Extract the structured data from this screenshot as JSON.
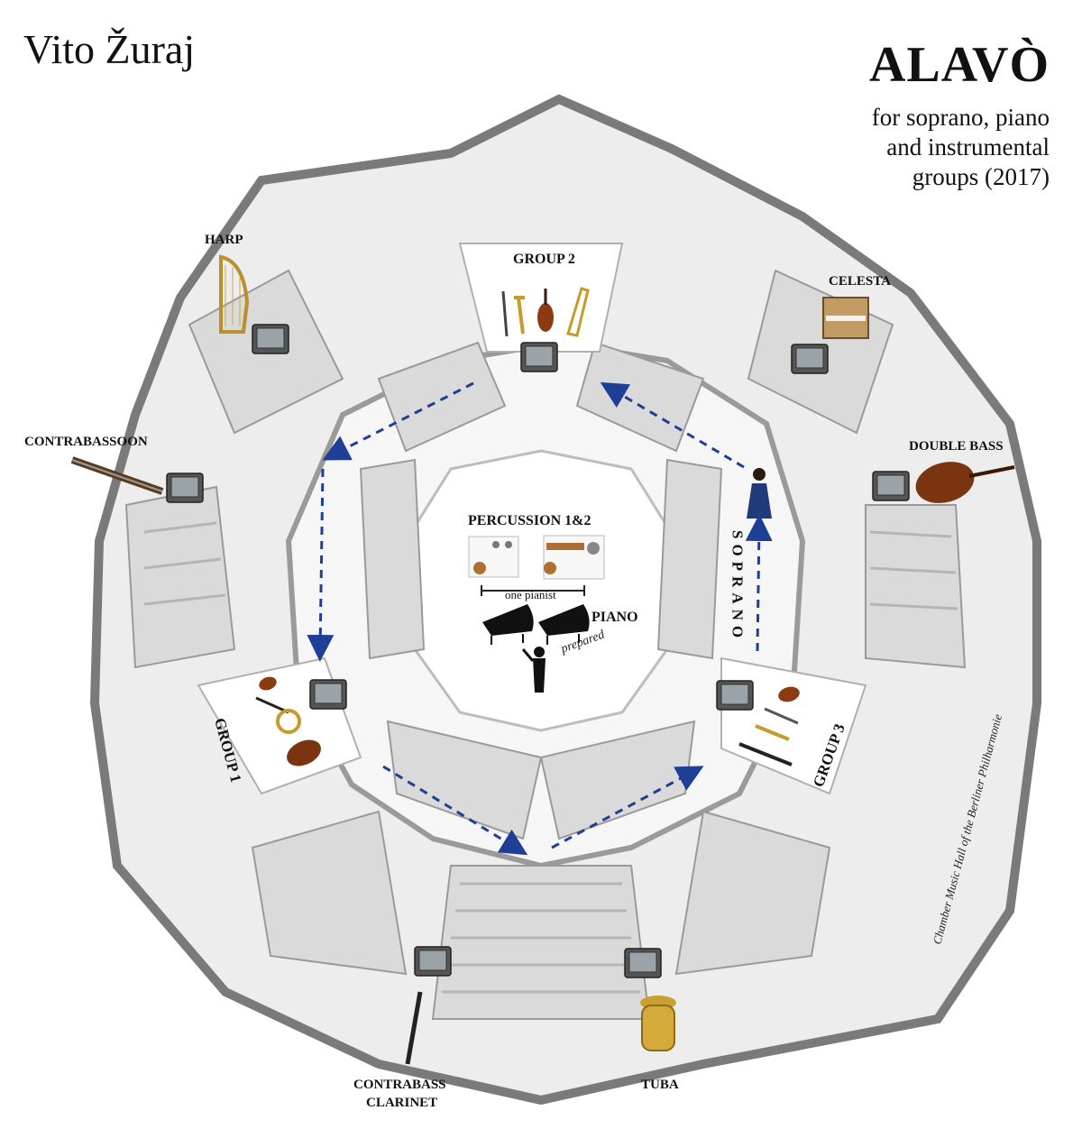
{
  "header": {
    "composer": "Vito Žuraj",
    "title": "ALAVÒ",
    "subtitle_lines": [
      "for soprano, piano",
      "and instrumental",
      "groups (2017)"
    ]
  },
  "labels": {
    "harp": "HARP",
    "group2": "GROUP 2",
    "celesta": "CELESTA",
    "contrabassoon": "CONTRABASSOON",
    "double_bass": "DOUBLE BASS",
    "percussion": "PERCUSSION 1&2",
    "one_pianist": "one pianist",
    "piano": "PIANO",
    "prepared": "prepared",
    "soprano": "SOPRANO",
    "group1": "GROUP 1",
    "group3": "GROUP 3",
    "contrabass_clarinet_line1": "CONTRABASS",
    "contrabass_clarinet_line2": "CLARINET",
    "tuba": "TUBA"
  },
  "credit": "Chamber Music Hall of the Berliner Philharmonie",
  "colors": {
    "hall_fill": "#f2f2f2",
    "hall_wall": "#8a8a8a",
    "wall_dark": "#6f6f6f",
    "seating": "#dcdcdc",
    "arrow": "#1f3f96"
  },
  "icons": [
    "harp-icon",
    "trumpet-icon",
    "violin-icon",
    "trombone-icon",
    "flute-icon",
    "celesta-icon",
    "contrabassoon-icon",
    "double-bass-icon",
    "soprano-singer-icon",
    "percussion-icon",
    "grand-piano-icon",
    "conductor-icon",
    "cello-icon",
    "horn-icon",
    "clarinet-icon",
    "bass-clarinet-icon",
    "tuba-icon",
    "monitor-icon"
  ]
}
